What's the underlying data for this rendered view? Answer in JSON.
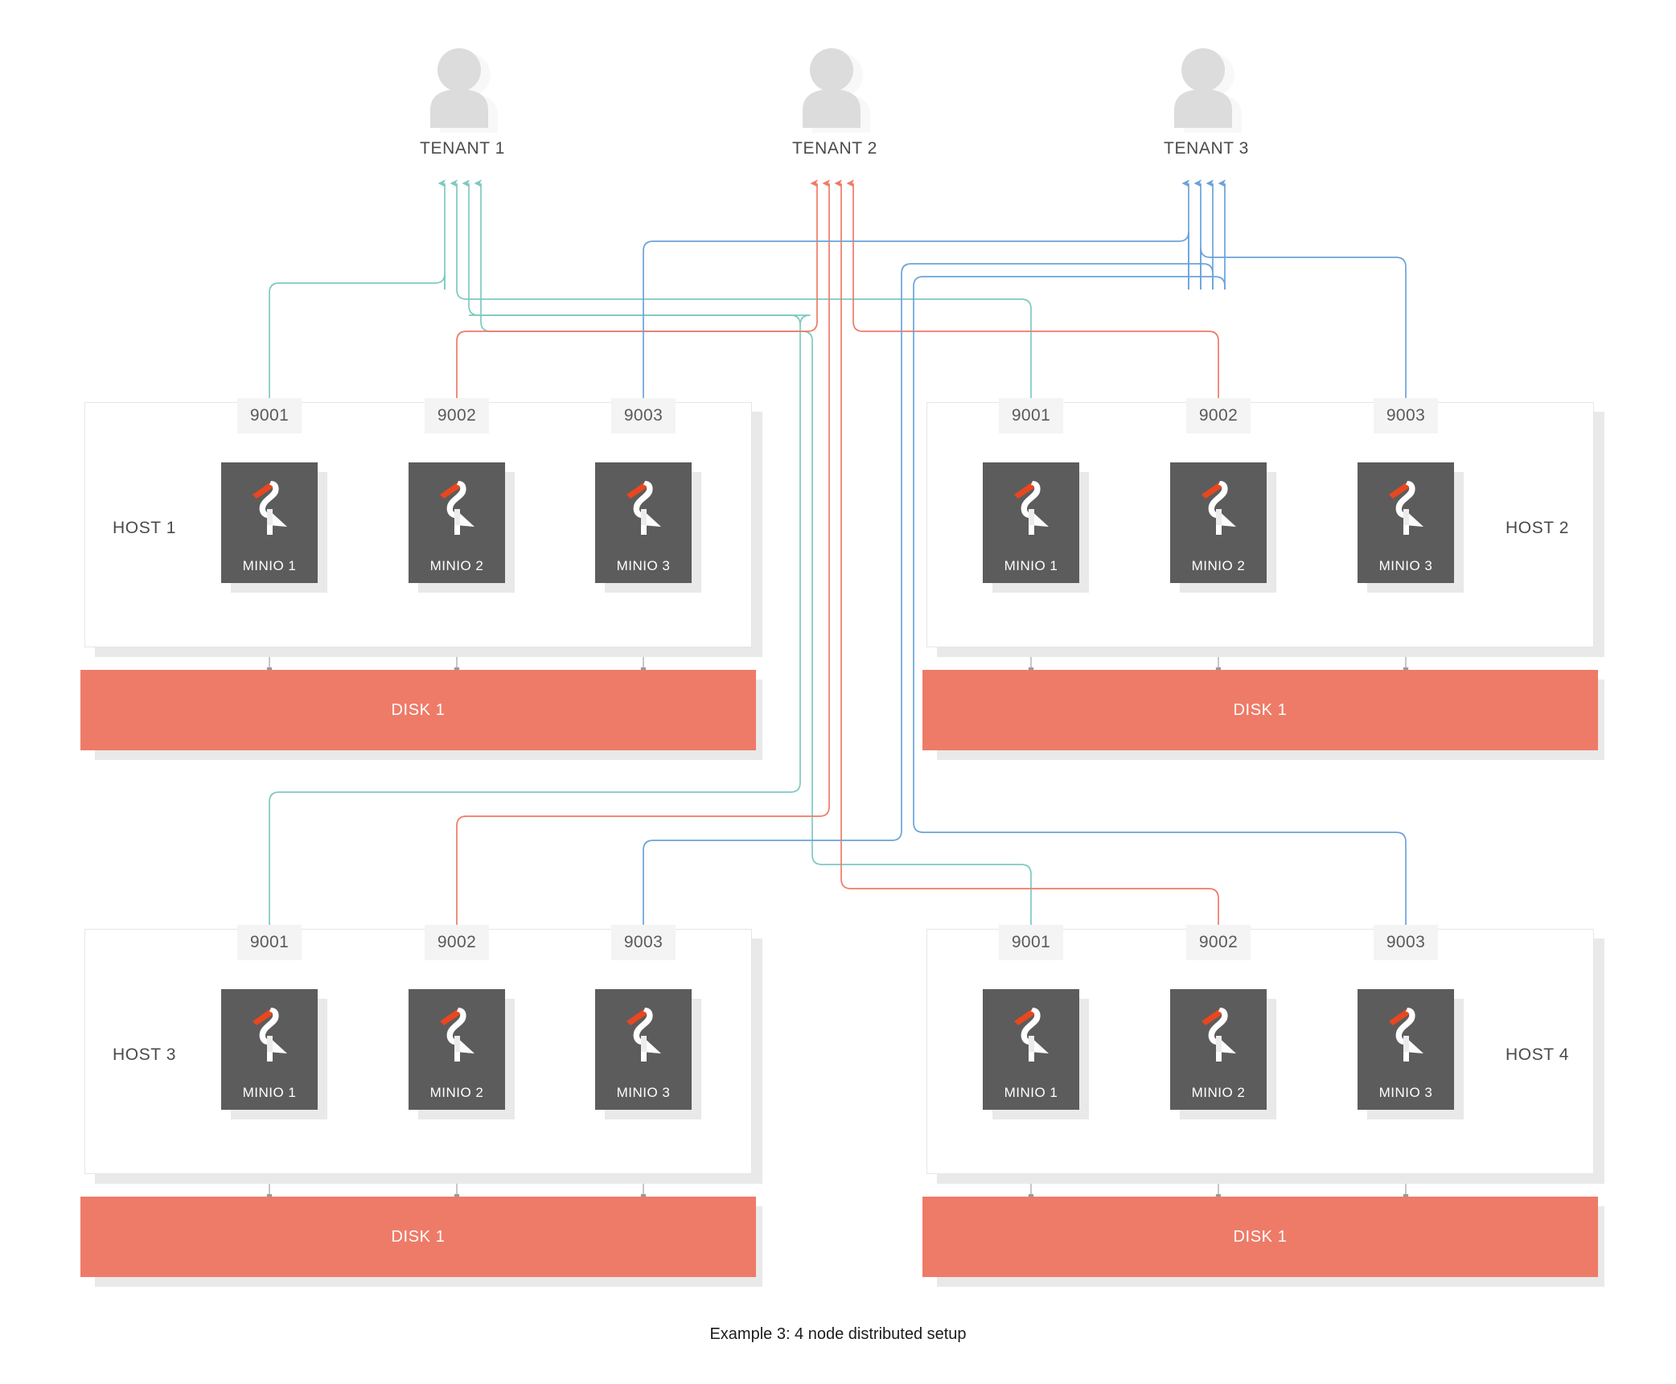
{
  "diagram": {
    "caption": "Example 3: 4 node distributed setup",
    "colors": {
      "tenant1_wire": "#7ec9c0",
      "tenant2_wire": "#ef7a68",
      "tenant3_wire": "#6ba3da",
      "disk": "#ee7b68",
      "node_box": "#5c5c5c",
      "beak": "#e8471f",
      "panel_border": "#e6e6e6",
      "shadow": "#e9e9e9",
      "port_chip": "#f4f4f4",
      "text": "#4a4a4a",
      "avatar": "#dcdcdc"
    }
  },
  "tenants": [
    {
      "label": "TENANT 1",
      "icon": "user-avatar-icon",
      "wire_color": "#7ec9c0",
      "port": "9001"
    },
    {
      "label": "TENANT 2",
      "icon": "user-avatar-icon",
      "wire_color": "#ef7a68",
      "port": "9002"
    },
    {
      "label": "TENANT 3",
      "icon": "user-avatar-icon",
      "wire_color": "#6ba3da",
      "port": "9003"
    }
  ],
  "hosts": [
    {
      "label": "HOST 1",
      "label_side": "left",
      "disk": "DISK 1",
      "ports": [
        "9001",
        "9002",
        "9003"
      ],
      "nodes": [
        {
          "label": "MINIO 1",
          "icon": "minio-stork-icon",
          "port": "9001"
        },
        {
          "label": "MINIO 2",
          "icon": "minio-stork-icon",
          "port": "9002"
        },
        {
          "label": "MINIO 3",
          "icon": "minio-stork-icon",
          "port": "9003"
        }
      ]
    },
    {
      "label": "HOST 2",
      "label_side": "right",
      "disk": "DISK 1",
      "ports": [
        "9001",
        "9002",
        "9003"
      ],
      "nodes": [
        {
          "label": "MINIO 1",
          "icon": "minio-stork-icon",
          "port": "9001"
        },
        {
          "label": "MINIO 2",
          "icon": "minio-stork-icon",
          "port": "9002"
        },
        {
          "label": "MINIO 3",
          "icon": "minio-stork-icon",
          "port": "9003"
        }
      ]
    },
    {
      "label": "HOST 3",
      "label_side": "left",
      "disk": "DISK 1",
      "ports": [
        "9001",
        "9002",
        "9003"
      ],
      "nodes": [
        {
          "label": "MINIO 1",
          "icon": "minio-stork-icon",
          "port": "9001"
        },
        {
          "label": "MINIO 2",
          "icon": "minio-stork-icon",
          "port": "9002"
        },
        {
          "label": "MINIO 3",
          "icon": "minio-stork-icon",
          "port": "9003"
        }
      ]
    },
    {
      "label": "HOST 4",
      "label_side": "right",
      "disk": "DISK 1",
      "ports": [
        "9001",
        "9002",
        "9003"
      ],
      "nodes": [
        {
          "label": "MINIO 1",
          "icon": "minio-stork-icon",
          "port": "9001"
        },
        {
          "label": "MINIO 2",
          "icon": "minio-stork-icon",
          "port": "9002"
        },
        {
          "label": "MINIO 3",
          "icon": "minio-stork-icon",
          "port": "9003"
        }
      ]
    }
  ]
}
